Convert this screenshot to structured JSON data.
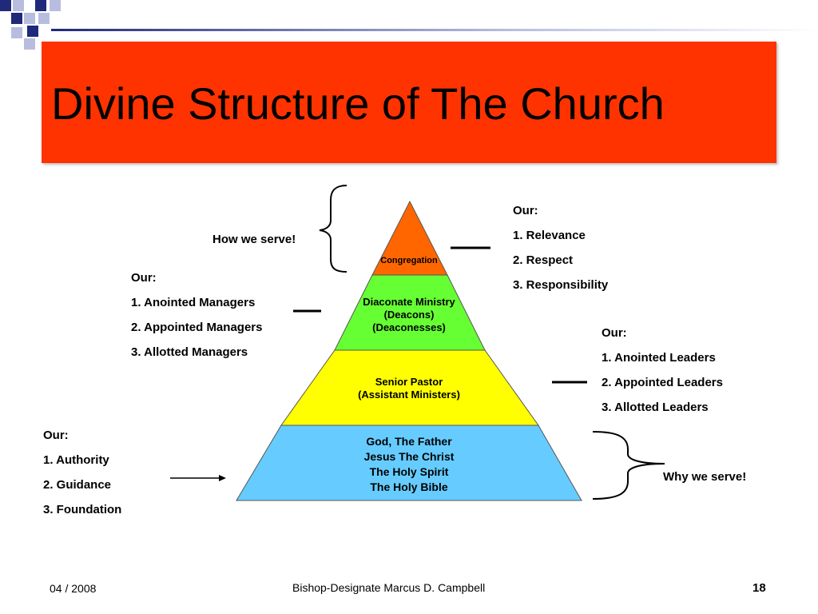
{
  "title": "Divine Structure of The Church",
  "colors": {
    "title_band": "#FF3300",
    "congregation": "#FF6600",
    "diaconate": "#66FF33",
    "senior_pastor": "#FFFF00",
    "foundation": "#66CCFF",
    "deco_navy": "#1F2A7A",
    "deco_light": "#B8BDE0"
  },
  "pyramid": {
    "congregation": {
      "lines": [
        "Congregation"
      ]
    },
    "diaconate": {
      "lines": [
        "Diaconate Ministry",
        "(Deacons)",
        "(Deaconesses)"
      ]
    },
    "senior_pastor": {
      "lines": [
        "Senior Pastor",
        "(Assistant Ministers)"
      ]
    },
    "foundation": {
      "lines": [
        "God, The Father",
        "Jesus The Christ",
        "The Holy Spirit",
        "The Holy Bible"
      ]
    }
  },
  "labels": {
    "how_we_serve": "How we serve!",
    "why_we_serve": "Why we serve!"
  },
  "lists": {
    "managers": {
      "heading": "Our:",
      "items": [
        "1. Anointed Managers",
        "2. Appointed Managers",
        "3. Allotted Managers"
      ]
    },
    "relevance": {
      "heading": "Our:",
      "items": [
        "1. Relevance",
        "2. Respect",
        "3. Responsibility"
      ]
    },
    "leaders": {
      "heading": "Our:",
      "items": [
        "1. Anointed Leaders",
        "2. Appointed Leaders",
        "3. Allotted Leaders"
      ]
    },
    "authority": {
      "heading": "Our:",
      "items": [
        "1. Authority",
        "2. Guidance",
        "3. Foundation"
      ]
    }
  },
  "footer": {
    "date": "04 / 2008",
    "author": "Bishop-Designate Marcus D. Campbell",
    "page": "18"
  }
}
